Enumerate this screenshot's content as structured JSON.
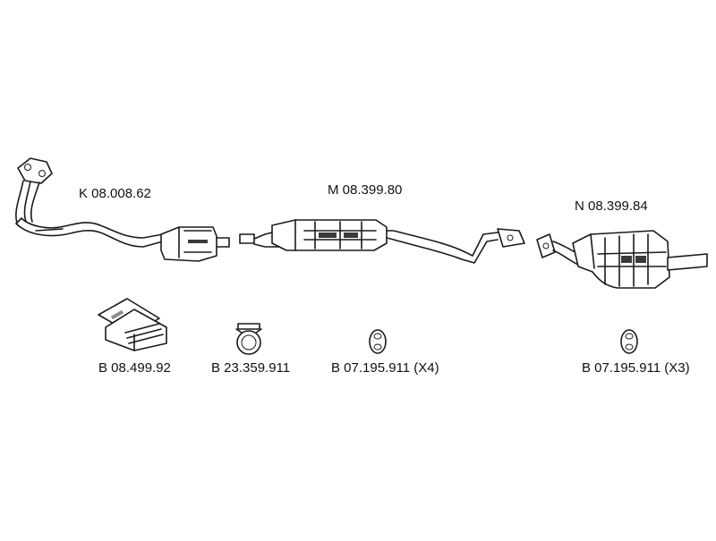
{
  "parts": {
    "front_pipe": {
      "code": "K 08.008.62",
      "icon": "front-pipe-with-catalytic-converter"
    },
    "middle_silencer": {
      "code": "M 08.399.80",
      "icon": "middle-silencer-pipe"
    },
    "rear_silencer": {
      "code": "N 08.399.84",
      "icon": "rear-silencer"
    },
    "mounting_kit": {
      "code": "B 08.499.92",
      "icon": "mounting-kit-box"
    },
    "clamp": {
      "code": "B 23.359.911",
      "icon": "pipe-clamp"
    },
    "rubber_mount_a": {
      "code": "B 07.195.911 (X4)",
      "icon": "rubber-mount-ring"
    },
    "rubber_mount_b": {
      "code": "B 07.195.911 (X3)",
      "icon": "rubber-mount-ring"
    }
  },
  "colors": {
    "line": "#1a1a1a",
    "background": "#ffffff"
  }
}
